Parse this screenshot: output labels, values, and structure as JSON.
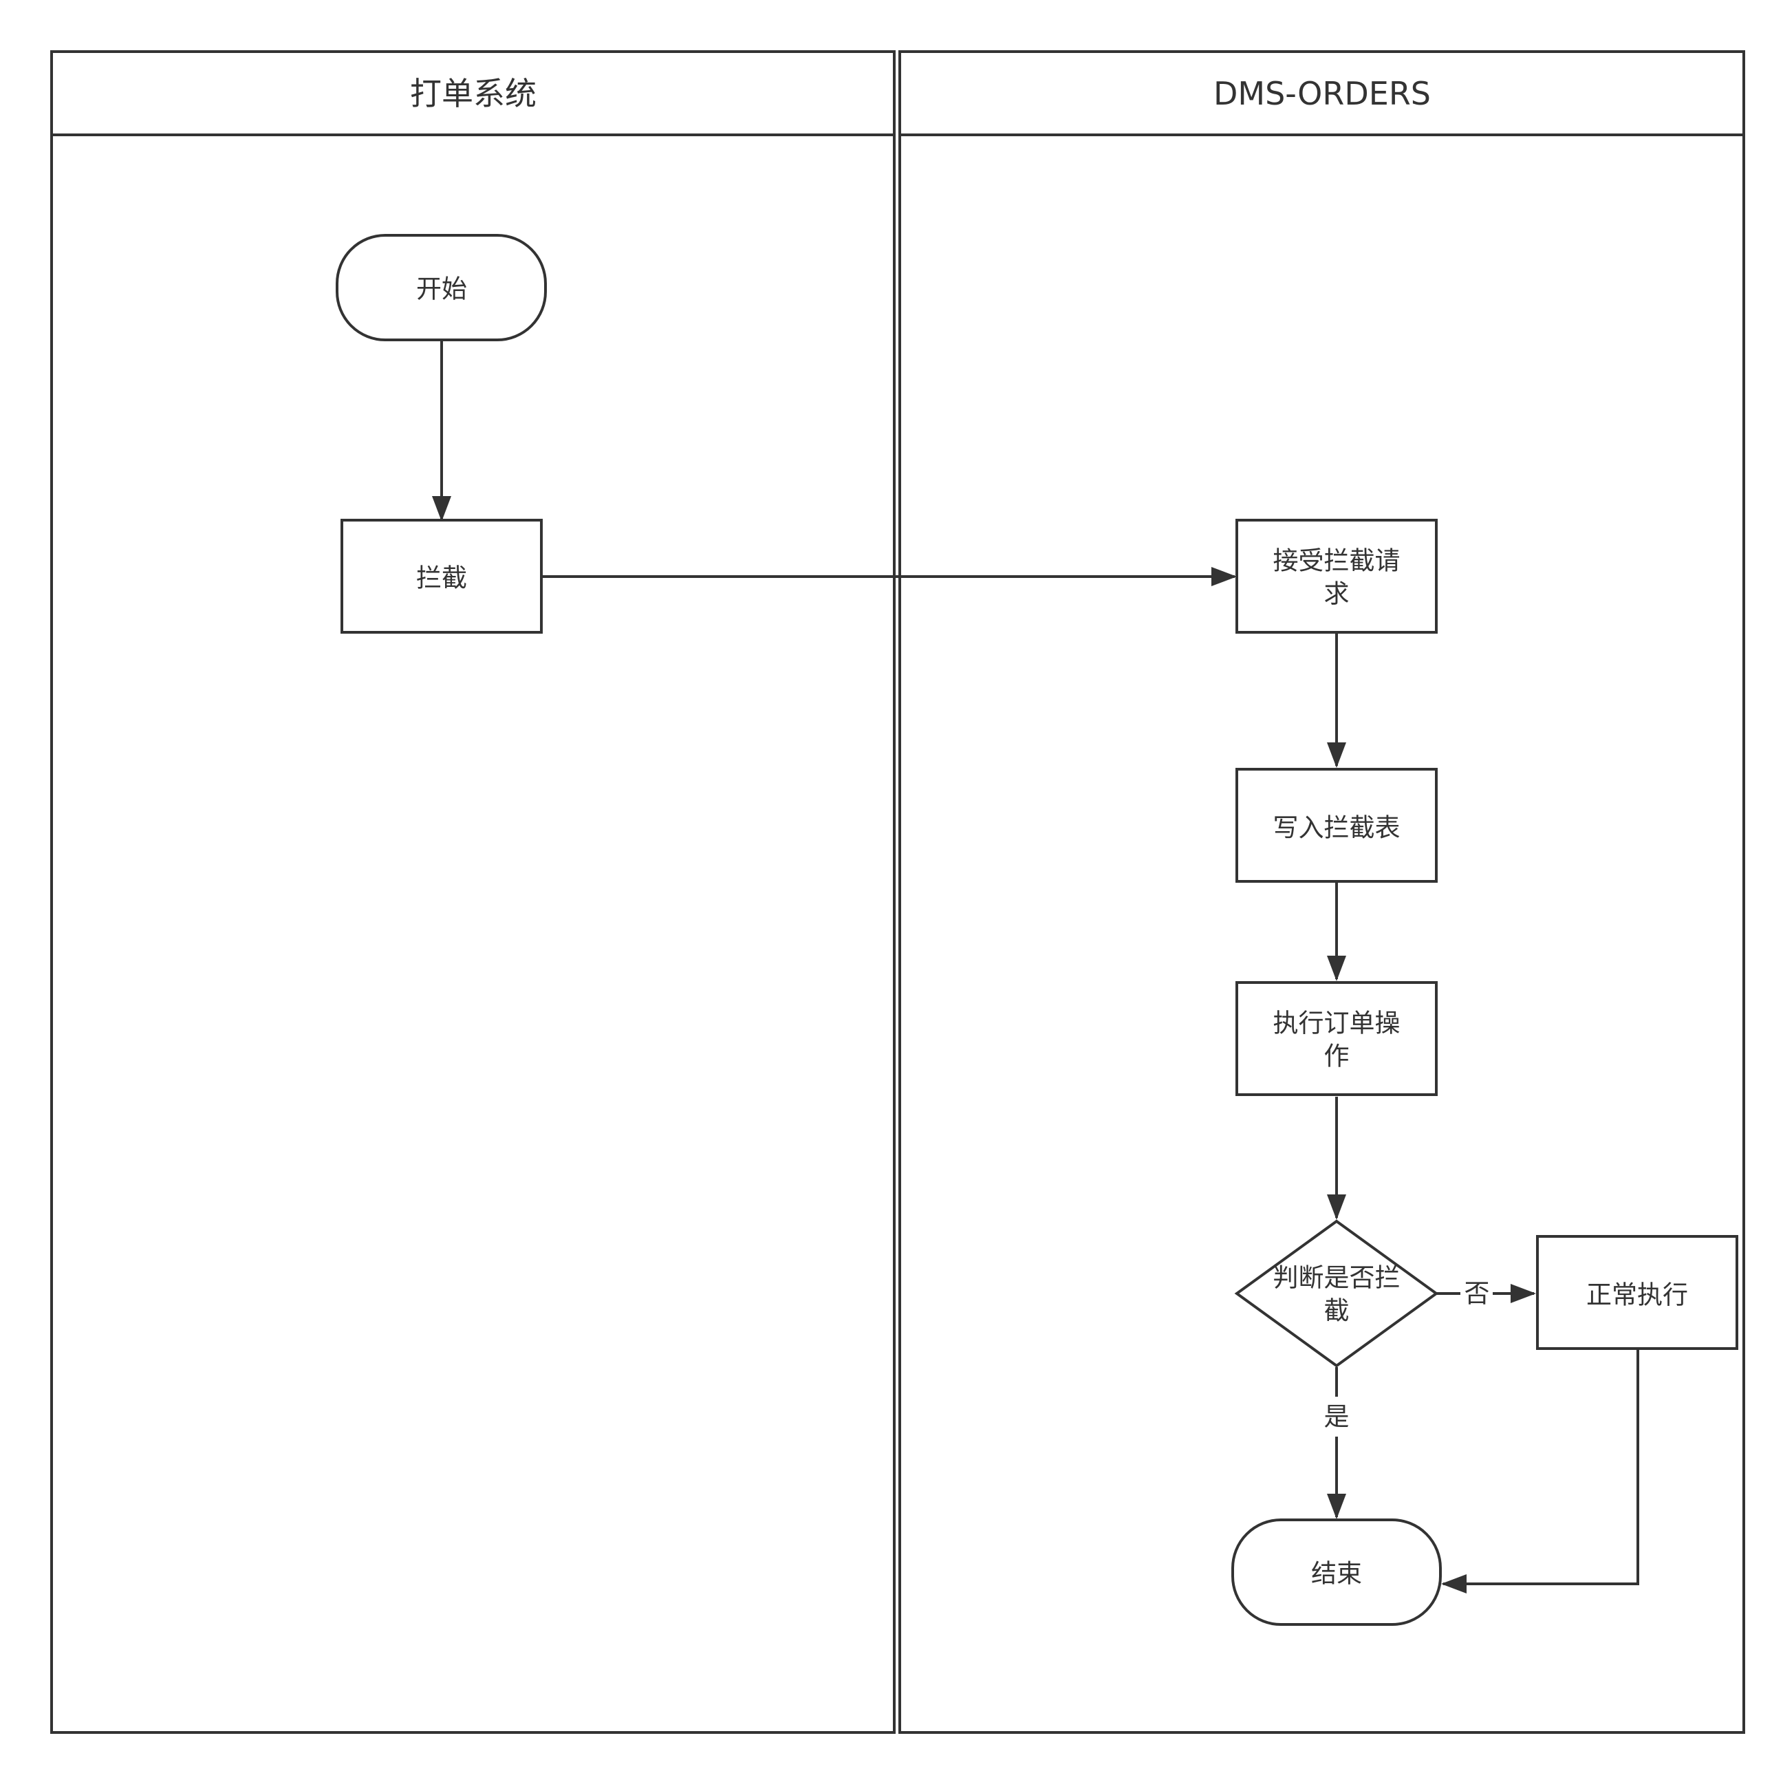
{
  "diagram": {
    "type": "swimlane-flowchart",
    "lanes": [
      {
        "title": "打单系统"
      },
      {
        "title": "DMS-ORDERS"
      }
    ],
    "nodes": {
      "start": {
        "shape": "terminator",
        "lines": [
          "开始"
        ]
      },
      "intercept": {
        "shape": "process",
        "lines": [
          "拦截"
        ]
      },
      "receive": {
        "shape": "process",
        "lines": [
          "接受拦截请",
          "求"
        ]
      },
      "write": {
        "shape": "process",
        "lines": [
          "写入拦截表"
        ]
      },
      "execute": {
        "shape": "process",
        "lines": [
          "执行订单操",
          "作"
        ]
      },
      "decision": {
        "shape": "decision",
        "lines": [
          "判断是否拦",
          "截"
        ]
      },
      "normal": {
        "shape": "process",
        "lines": [
          "正常执行"
        ]
      },
      "end": {
        "shape": "terminator",
        "lines": [
          "结束"
        ]
      }
    },
    "edges": [
      {
        "from": "start",
        "to": "intercept",
        "label": ""
      },
      {
        "from": "intercept",
        "to": "receive",
        "label": ""
      },
      {
        "from": "receive",
        "to": "write",
        "label": ""
      },
      {
        "from": "write",
        "to": "execute",
        "label": ""
      },
      {
        "from": "execute",
        "to": "decision",
        "label": ""
      },
      {
        "from": "decision",
        "to": "normal",
        "label": "否"
      },
      {
        "from": "decision",
        "to": "end",
        "label": "是"
      },
      {
        "from": "normal",
        "to": "end",
        "label": ""
      }
    ],
    "colors": {
      "stroke": "#333333",
      "background": "#ffffff"
    }
  }
}
